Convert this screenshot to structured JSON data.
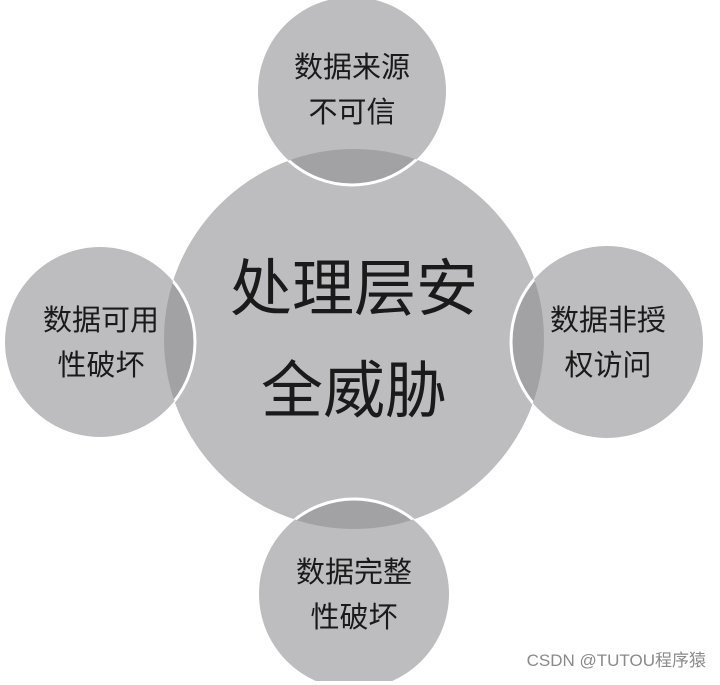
{
  "diagram": {
    "title": "处理层安全威胁",
    "colors": {
      "circle_fill": "#bdbdbf",
      "overlap_fill": "#a2a2a4",
      "outline": "#ffffff",
      "text": "#1a1a1a",
      "background": "#ffffff"
    },
    "center": {
      "lines": [
        "处理层安",
        "全威胁"
      ]
    },
    "satellites": [
      {
        "position": "top",
        "lines": [
          "数据来源",
          "不可信"
        ]
      },
      {
        "position": "left",
        "lines": [
          "数据可用",
          "性破坏"
        ]
      },
      {
        "position": "right",
        "lines": [
          "数据非授",
          "权访问"
        ]
      },
      {
        "position": "bottom",
        "lines": [
          "数据完整",
          "性破坏"
        ]
      }
    ]
  },
  "watermark": "CSDN @TUTOU程序猿"
}
